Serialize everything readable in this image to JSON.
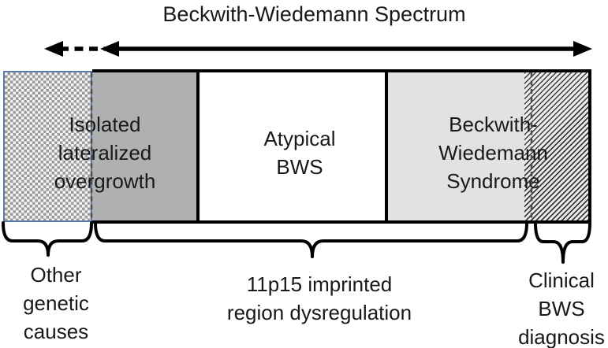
{
  "title": "Beckwith-Wiedemann Spectrum",
  "bar": {
    "segments": [
      {
        "id": "other-genetic-causes",
        "pattern": "checkerboard",
        "label": ""
      },
      {
        "id": "isolated-lateralized-overgrowth",
        "fill": "#b0b0b0",
        "label": "Isolated\nlateralized\novergrowth"
      },
      {
        "id": "atypical-bws",
        "fill": "#ffffff",
        "label": "Atypical\nBWS"
      },
      {
        "id": "beckwith-wiedemann-syndrome",
        "fill": "#e2e2e2",
        "label": "Beckwith-\nWiedemann\nSyndrome"
      },
      {
        "id": "clinical-bws-diagnosis",
        "pattern": "diagonal-hatch",
        "label": ""
      }
    ]
  },
  "braces": [
    {
      "id": "other-genetic-causes",
      "label": "Other\ngenetic\ncauses"
    },
    {
      "id": "imprinted-region-dysregulation",
      "label": "11p15 imprinted\nregion dysregulation"
    },
    {
      "id": "clinical-bws-diagnosis",
      "label": "Clinical\nBWS\ndiagnosis"
    }
  ],
  "colors": {
    "bar_border": "#000000",
    "dark_gray_segment": "#b0b0b0",
    "light_gray_segment": "#e2e2e2",
    "checker_gray": "#9b9b9b",
    "checker_border": "#5b7ca6",
    "arrow": "#000000"
  }
}
